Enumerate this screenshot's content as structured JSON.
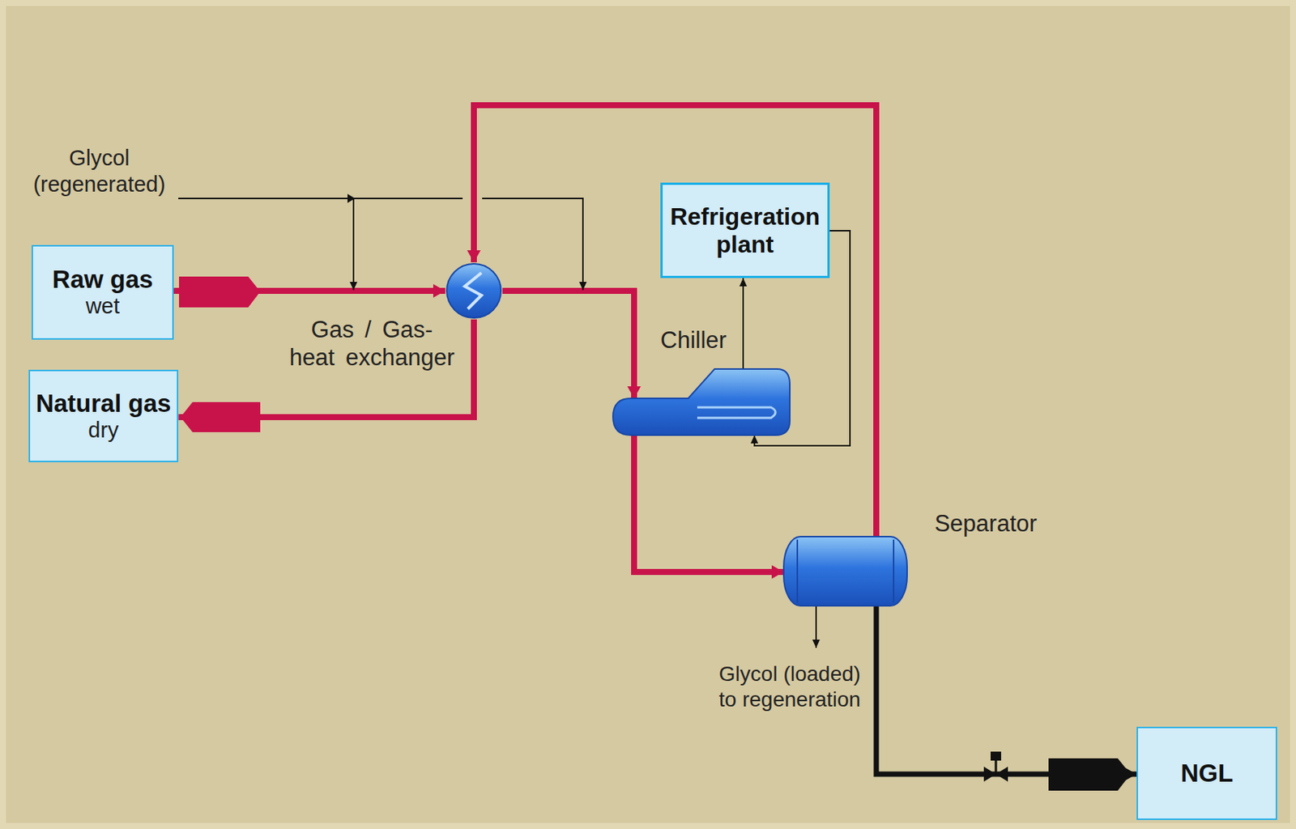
{
  "diagram": {
    "nodes": [
      {
        "text": [
          "Raw gas",
          "wet"
        ]
      },
      {
        "text": [
          "Natural gas",
          "dry"
        ]
      },
      {
        "text": [
          "Gas / Gas- heat exchanger"
        ]
      },
      {
        "text": [
          "Refrigeration plant"
        ]
      },
      {
        "text": [
          "Chiller"
        ]
      },
      {
        "text": [
          "Separator"
        ]
      },
      {
        "text": [
          "NGL"
        ]
      }
    ],
    "edges": [
      {
        "from": 0,
        "to": 2,
        "arrow": "to"
      },
      {
        "from": 2,
        "to": 4,
        "arrow": "to"
      },
      {
        "from": 4,
        "to": 5,
        "arrow": "to"
      },
      {
        "from": 5,
        "to": 2,
        "arrow": "to"
      },
      {
        "from": 2,
        "to": 1,
        "arrow": "to"
      },
      {
        "from": 4,
        "to": 3,
        "arrow": "to"
      },
      {
        "from": 3,
        "to": 4,
        "arrow": "to"
      },
      {
        "from": 5,
        "to": 6,
        "arrow": "to"
      }
    ],
    "labels": [
      "Glycol (regenerated)",
      "Glycol (loaded) to regeneration"
    ]
  }
}
